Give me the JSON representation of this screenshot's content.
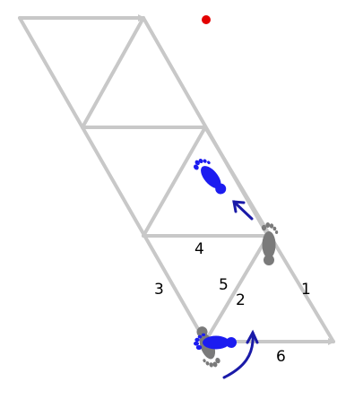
{
  "colors": {
    "background": "#ffffff",
    "lattice": "#c8c8c8",
    "current_foot": "#1c1cf0",
    "previous_foot": "#7a7a7a",
    "arrow": "#1a1aa8",
    "marker": "#e30000"
  },
  "edge_labels": {
    "e1": "1",
    "e2": "2",
    "e3": "3",
    "e4": "4",
    "e5": "5",
    "e6": "6"
  },
  "icons": {
    "marker": "red-dot",
    "current_feet": "blue-footprint",
    "previous_feet": "gray-footprint",
    "move_arrow": "curved-arrow",
    "step_arrow": "straight-arrow"
  }
}
